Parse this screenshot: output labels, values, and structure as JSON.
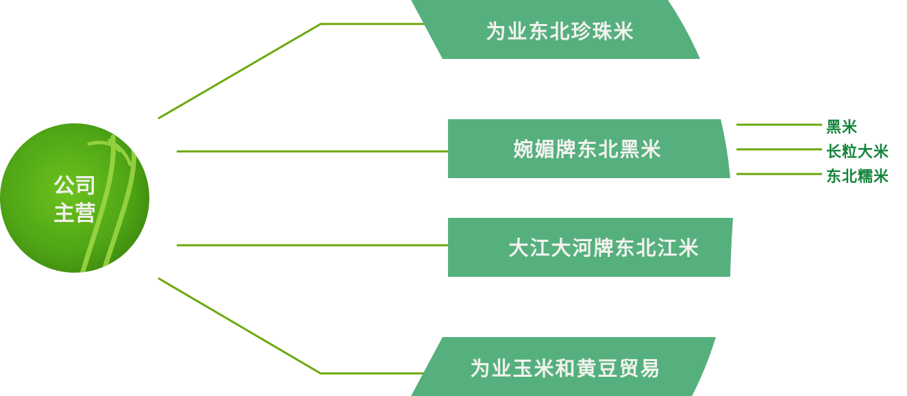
{
  "center": {
    "line1": "公司",
    "line2": "主营"
  },
  "branches": [
    {
      "label": "为业东北珍珠米"
    },
    {
      "label": "婉媚牌东北黑米",
      "children": [
        "黑米",
        "长粒大米",
        "东北糯米"
      ]
    },
    {
      "label": "大江大河牌东北江米"
    },
    {
      "label": "为业玉米和黄豆贸易"
    }
  ],
  "colors": {
    "box": "#55b07e",
    "line": "#6aa80a",
    "sub_text": "#14843c"
  }
}
